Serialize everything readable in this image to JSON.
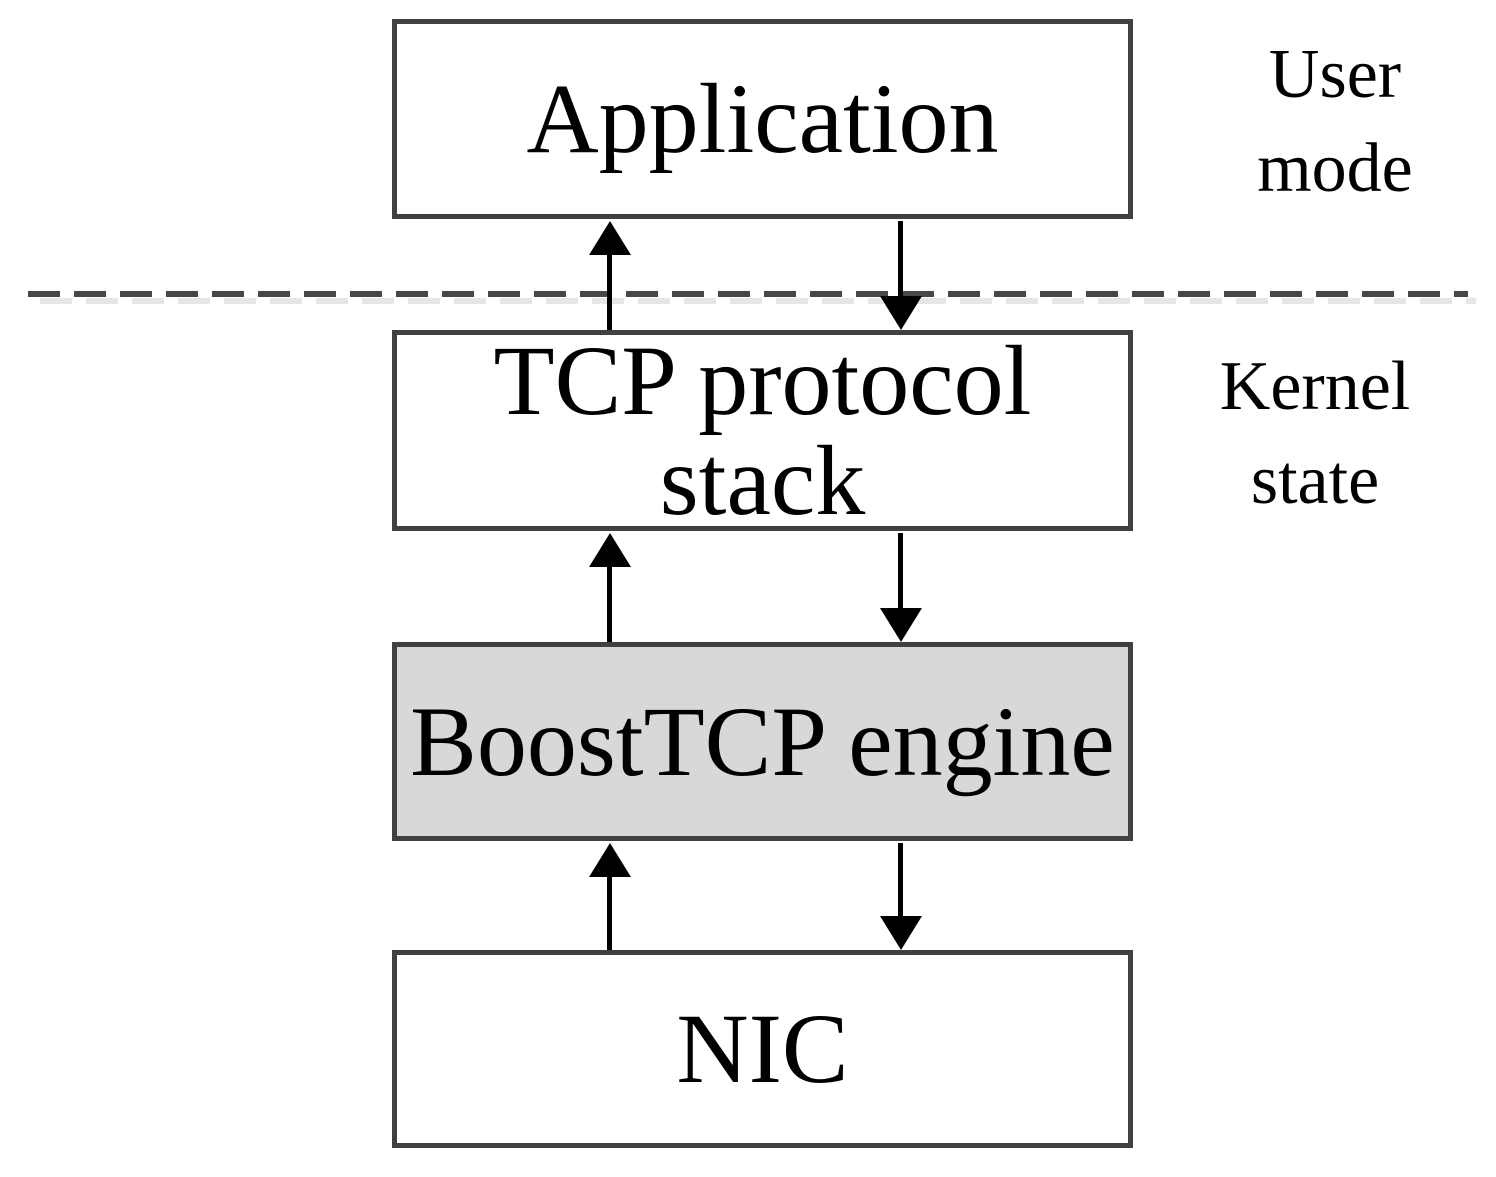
{
  "figure": {
    "boxes": [
      {
        "id": "application",
        "lines": [
          "Application"
        ]
      },
      {
        "id": "tcp-protocol-stack",
        "lines": [
          "TCP protocol",
          "stack"
        ]
      },
      {
        "id": "boosttcp-engine",
        "lines": [
          "BoostTCP engine"
        ]
      },
      {
        "id": "nic",
        "lines": [
          "NIC"
        ]
      }
    ],
    "zone_labels": [
      {
        "id": "user-mode",
        "lines": [
          "User",
          "mode"
        ]
      },
      {
        "id": "kernel-state",
        "lines": [
          "Kernel",
          "state"
        ]
      }
    ],
    "arrows": [
      {
        "from": "tcp-protocol-stack",
        "to": "application",
        "direction": "up"
      },
      {
        "from": "application",
        "to": "tcp-protocol-stack",
        "direction": "down"
      },
      {
        "from": "boosttcp-engine",
        "to": "tcp-protocol-stack",
        "direction": "up"
      },
      {
        "from": "tcp-protocol-stack",
        "to": "boosttcp-engine",
        "direction": "down"
      },
      {
        "from": "nic",
        "to": "boosttcp-engine",
        "direction": "up"
      },
      {
        "from": "boosttcp-engine",
        "to": "nic",
        "direction": "down"
      }
    ],
    "colors": {
      "background": "#ffffff",
      "box_border": "#404040",
      "box_fill": "#ffffff",
      "engine_fill": "#d8d8d8",
      "arrow": "#000000",
      "text": "#000000",
      "divider_dark": "#474747",
      "divider_light": "#e6e6e6"
    }
  }
}
